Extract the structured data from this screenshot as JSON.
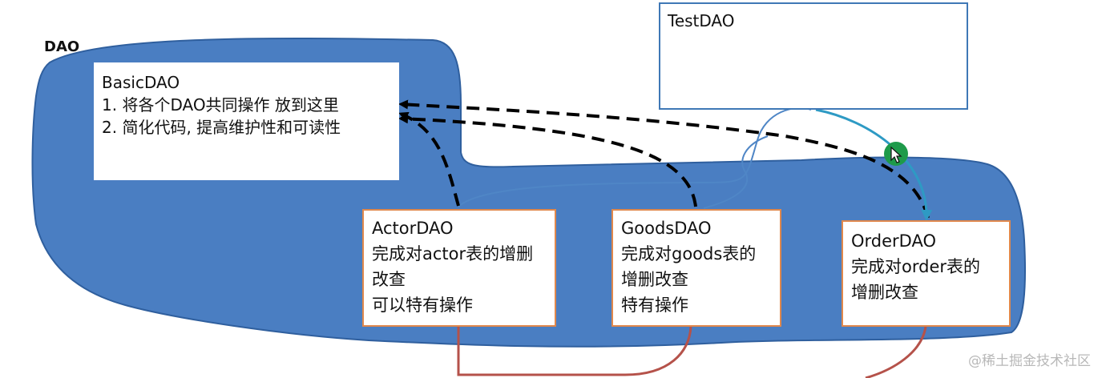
{
  "colors": {
    "region_fill": "#4a7ec2",
    "region_stroke": "#2f5f9e",
    "test_border": "#3f78b6",
    "child_border": "#e0884c",
    "dash_arrow": "#000000",
    "link_curve": "#4f86c6",
    "call_arrow": "#2e9ac4",
    "leg_curve": "#b5524a",
    "cursor_dot": "#1e9a4a"
  },
  "region_label": "DAO",
  "basic": {
    "title": "BasicDAO",
    "line1": "1. 将各个DAO共同操作 放到这里",
    "line2": "2.  简化代码, 提高维护性和可读性"
  },
  "test": {
    "title": "TestDAO"
  },
  "actor": {
    "title": "ActorDAO",
    "line1": "完成对actor表的增删",
    "line2": "改查",
    "line3": "可以特有操作"
  },
  "goods": {
    "title": "GoodsDAO",
    "line1": "完成对goods表的",
    "line2": "增删改查",
    "line3": "特有操作"
  },
  "order": {
    "title": "OrderDAO",
    "line1": "完成对order表的",
    "line2": "增删改查"
  },
  "watermark": "@稀土掘金技术社区",
  "icons": {
    "cursor": "move-cursor-icon"
  }
}
